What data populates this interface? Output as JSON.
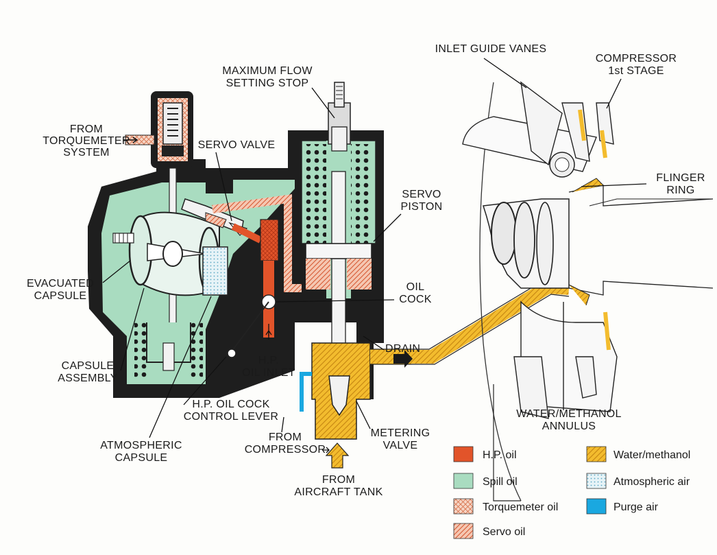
{
  "labels": {
    "torquemeter": [
      "FROM",
      "TORQUEMETER",
      "SYSTEM"
    ],
    "max_flow": [
      "MAXIMUM FLOW",
      "SETTING STOP"
    ],
    "servo_valve": [
      "SERVO VALVE"
    ],
    "servo_piston": [
      "SERVO",
      "PISTON"
    ],
    "evacuated": [
      "EVACUATED",
      "CAPSULE"
    ],
    "oil_cock": [
      "OIL",
      "COCK"
    ],
    "drain": [
      "DRAIN"
    ],
    "capsule_assembly": [
      "CAPSULE",
      "ASSEMBLY"
    ],
    "hp_oil_inlet": [
      "H.P.",
      "OIL INLET"
    ],
    "hp_oil_cock_lever": [
      "H.P. OIL COCK",
      "CONTROL LEVER"
    ],
    "atmospheric": [
      "ATMOSPHERIC",
      "CAPSULE"
    ],
    "from_compressor": [
      "FROM",
      "COMPRESSOR"
    ],
    "metering_valve": [
      "METERING",
      "VALVE"
    ],
    "aircraft_tank": [
      "FROM",
      "AIRCRAFT TANK"
    ],
    "inlet_guide_vanes": [
      "INLET GUIDE VANES"
    ],
    "compressor_stage": [
      "COMPRESSOR",
      "1st STAGE"
    ],
    "flinger_ring": [
      "FLINGER",
      "RING"
    ],
    "annulus": [
      "WATER/METHANOL",
      "ANNULUS"
    ]
  },
  "legend": [
    {
      "label": "H.P. oil",
      "swatch": "hp-oil",
      "color": "#e2542a"
    },
    {
      "label": "Spill oil",
      "swatch": "spill-oil",
      "color": "#a9dcc0"
    },
    {
      "label": "Torquemeter oil",
      "swatch": "torquemeter-oil",
      "color": "#f0b49a"
    },
    {
      "label": "Servo oil",
      "swatch": "servo-oil",
      "color": "#ef9f80"
    },
    {
      "label": "Water/methanol",
      "swatch": "water-methanol",
      "color": "#f3bc2e"
    },
    {
      "label": "Atmospheric air",
      "swatch": "atmospheric-air",
      "color": "#cfe8f0"
    },
    {
      "label": "Purge air",
      "swatch": "purge-air",
      "color": "#1aa8e0"
    }
  ]
}
